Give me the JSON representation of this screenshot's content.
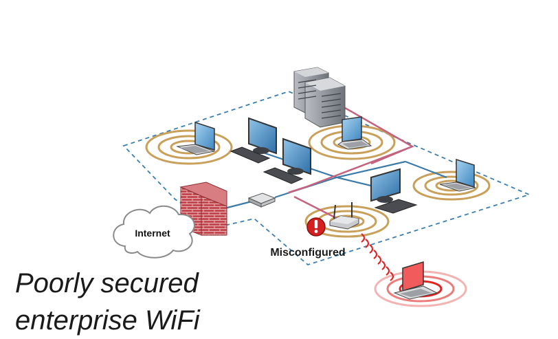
{
  "diagram": {
    "cloud_label": "Internet",
    "warning_label": "Misconfigured",
    "caption_line1": "Poorly secured",
    "caption_line2": "enterprise WiFi"
  },
  "colors": {
    "dashed_boundary": "#3a7fb0",
    "lan_link": "#3b7aa8",
    "secure_link": "#c5627e",
    "wifi_ring": "#c9a05a",
    "rogue_signal": "#e02424",
    "warning_badge": "#d32020",
    "firewall_brick": "#c0464c",
    "monitor_screen": "#4a8fc4"
  },
  "icons": [
    "server-icon",
    "laptop-icon",
    "desktop-icon",
    "switch-icon",
    "firewall-icon",
    "cloud-icon",
    "access-point-icon",
    "warning-icon",
    "rogue-laptop-icon"
  ]
}
